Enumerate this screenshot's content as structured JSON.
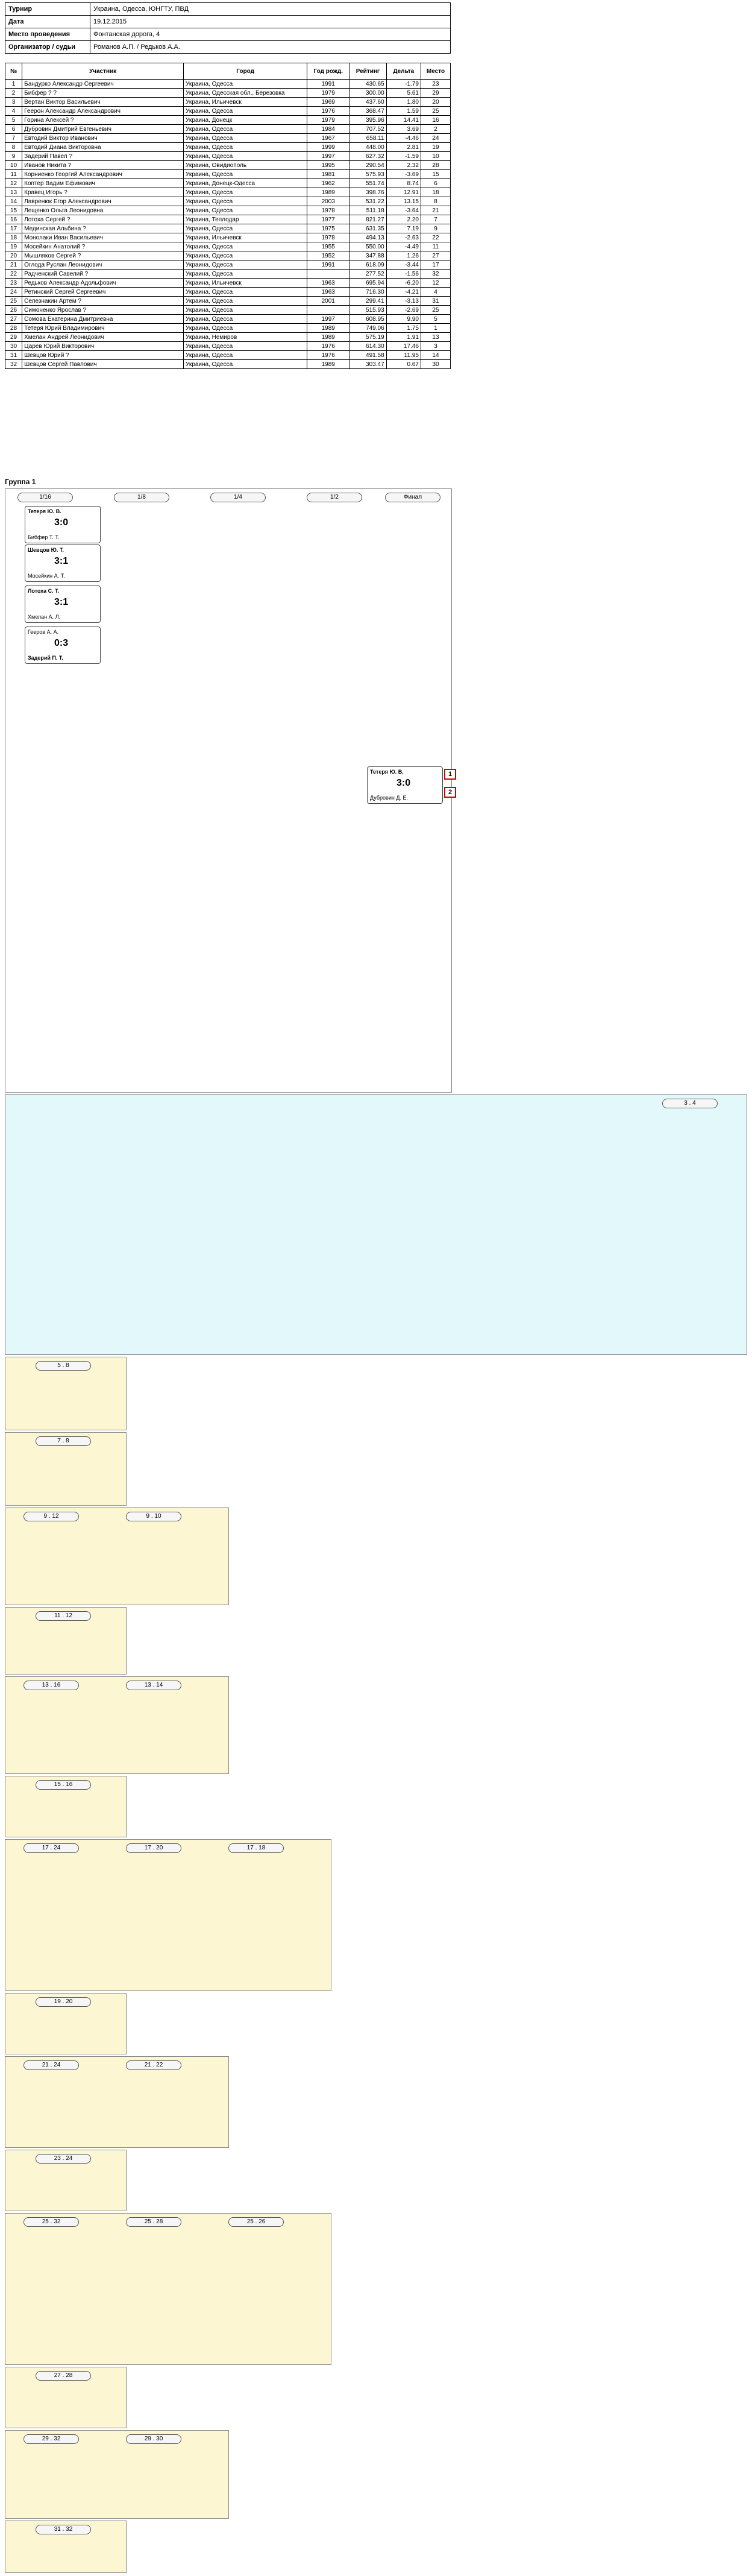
{
  "info": {
    "rows": [
      {
        "label": "Турнир",
        "value": "Украина, Одесса, ЮНГТУ, ПВД"
      },
      {
        "label": "Дата",
        "value": "19.12.2015"
      },
      {
        "label": "Место проведения",
        "value": "Фонтанская дорога, 4"
      },
      {
        "label": "Организатор / судьи",
        "value": "Романов А.П. / Редьков А.А."
      }
    ]
  },
  "players": {
    "headers": [
      "№",
      "Участник",
      "Город",
      "Год рожд.",
      "Рейтинг",
      "Дельта",
      "Место"
    ],
    "rows": [
      [
        "1",
        "Бандурко Александр Сергеевич",
        "Украина, Одесса",
        "1991",
        "430.65",
        "-1.79",
        "23"
      ],
      [
        "2",
        "Бибфер ? ?",
        "Украина, Одесская обл., Березовка",
        "1979",
        "300.00",
        "5.61",
        "29"
      ],
      [
        "3",
        "Вертан Виктор Васильевич",
        "Украина, Ильичевск",
        "1969",
        "437.60",
        "1.80",
        "20"
      ],
      [
        "4",
        "Геерон Александр Александрович",
        "Украина, Одесса",
        "1976",
        "368.47",
        "1.59",
        "25"
      ],
      [
        "5",
        "Горина Алексей ?",
        "Украина, Донецк",
        "1979",
        "395.96",
        "14.41",
        "16"
      ],
      [
        "6",
        "Дубровин Дмитрий Евгеньевич",
        "Украина, Одесса",
        "1984",
        "707.52",
        "3.69",
        "2"
      ],
      [
        "7",
        "Евтодий Виктор Иванович",
        "Украина, Одесса",
        "1967",
        "658.11",
        "-4.46",
        "24"
      ],
      [
        "8",
        "Евтодий Диана Викторовна",
        "Украина, Одесса",
        "1999",
        "448.00",
        "2.81",
        "19"
      ],
      [
        "9",
        "Задерий Павел ?",
        "Украина, Одесса",
        "1997",
        "627.32",
        "-1.59",
        "10"
      ],
      [
        "10",
        "Иванов Никита ?",
        "Украина, Овидиополь",
        "1995",
        "290.54",
        "2.32",
        "28"
      ],
      [
        "11",
        "Корниенко Георгий Александрович",
        "Украина, Одесса",
        "1981",
        "575.93",
        "-3.69",
        "15"
      ],
      [
        "12",
        "Коптер Вадим Ефимович",
        "Украина, Донецк-Одесса",
        "1962",
        "551.74",
        "8.74",
        "6"
      ],
      [
        "13",
        "Кравец Игорь ?",
        "Украина, Одесса",
        "1989",
        "398.76",
        "12.91",
        "18"
      ],
      [
        "14",
        "Лавренюк Егор Александрович",
        "Украина, Одесса",
        "2003",
        "531.22",
        "13.15",
        "8"
      ],
      [
        "15",
        "Лещенко Ольга Леонидовна",
        "Украина, Одесса",
        "1978",
        "511.18",
        "-3.64",
        "21"
      ],
      [
        "16",
        "Лотоха Сергей ?",
        "Украина, Теплодар",
        "1977",
        "821.27",
        "2.20",
        "7"
      ],
      [
        "17",
        "Мединская Альбина ?",
        "Украина, Одесса",
        "1975",
        "631.35",
        "7.19",
        "9"
      ],
      [
        "18",
        "Монолаки Иван Васильевич",
        "Украина, Ильичевск",
        "1978",
        "494.13",
        "-2.63",
        "22"
      ],
      [
        "19",
        "Мосейкин Анатолий ?",
        "Украина, Одесса",
        "1955",
        "550.00",
        "-4.49",
        "11"
      ],
      [
        "20",
        "Мышляков Сергей ?",
        "Украина, Одесса",
        "1952",
        "347.88",
        "1.26",
        "27"
      ],
      [
        "21",
        "Оглода Руслан Леонидович",
        "Украина, Одесса",
        "1991",
        "618.09",
        "-3.44",
        "17"
      ],
      [
        "22",
        "Радченский Савелий ?",
        "Украина, Одесса",
        "",
        "277.52",
        "-1.56",
        "32"
      ],
      [
        "23",
        "Редьков Александр Адольфович",
        "Украина, Ильичевск",
        "1963",
        "695.94",
        "-6.20",
        "12"
      ],
      [
        "24",
        "Ретинский Сергей Сергеевич",
        "Украина, Одесса",
        "1963",
        "716.30",
        "-4.21",
        "4"
      ],
      [
        "25",
        "Селезнакин Артем ?",
        "Украина, Одесса",
        "2001",
        "299.41",
        "-3.13",
        "31"
      ],
      [
        "26",
        "Симоненко Ярослав ?",
        "Украина, Одесса",
        "",
        "515.93",
        "-2.69",
        "25"
      ],
      [
        "27",
        "Сомова Екатерина Дмитриевна",
        "Украина, Одесса",
        "1997",
        "608.95",
        "9.90",
        "5"
      ],
      [
        "28",
        "Тетеря Юрий Владимирович",
        "Украина, Одесса",
        "1989",
        "749.06",
        "1.75",
        "1"
      ],
      [
        "29",
        "Хмелан Андрей Леонидович",
        "Украина, Немиров",
        "1989",
        "575.19",
        "1.91",
        "13"
      ],
      [
        "30",
        "Царев Юрий Викторович",
        "Украина, Одесса",
        "1976",
        "614.30",
        "17.46",
        "3"
      ],
      [
        "31",
        "Шевцов Юрий ?",
        "Украина, Одесса",
        "1976",
        "491.58",
        "11.95",
        "14"
      ],
      [
        "32",
        "Шевцов Сергей Павлович",
        "Украина, Одесса",
        "1989",
        "303.47",
        "0.67",
        "30"
      ]
    ]
  },
  "group_title": "Группа 1",
  "bracket": {
    "rounds": [
      "1/16",
      "1/8",
      "1/4",
      "1/2",
      "Финал"
    ],
    "final_match": {
      "p1": "Тетеря Ю. В.",
      "p2": "Дубровин Д. Е.",
      "score": "3:0"
    },
    "places": [
      "1",
      "2"
    ],
    "sample_matches": [
      {
        "p1": "Тетеря Ю. В.",
        "p2": "Бибфер Т. Т.",
        "score": "3:0"
      },
      {
        "p1": "Шевцов Ю. Т.",
        "p2": "Мосейкин А. Т.",
        "score": "3:1"
      },
      {
        "p1": "Лотоха С. Т.",
        "p2": "Хмелан А. Л.",
        "score": "3:1"
      },
      {
        "p1": "Гееров А. А.",
        "p2": "Задерий П. Т.",
        "score": "0:3"
      }
    ]
  },
  "sections": [
    "3 . 4",
    "5 . 8",
    "7 . 8",
    "9 . 12",
    "9 . 10",
    "11 . 12",
    "13 . 16",
    "13 . 14",
    "15 . 16",
    "17 . 24",
    "17 . 20",
    "17 . 18",
    "19 . 20",
    "21 . 24",
    "21 . 22",
    "23 . 24",
    "25 . 32",
    "25 . 28",
    "25 . 26",
    "27 . 28",
    "29 . 32",
    "29 . 30",
    "31 . 32"
  ]
}
